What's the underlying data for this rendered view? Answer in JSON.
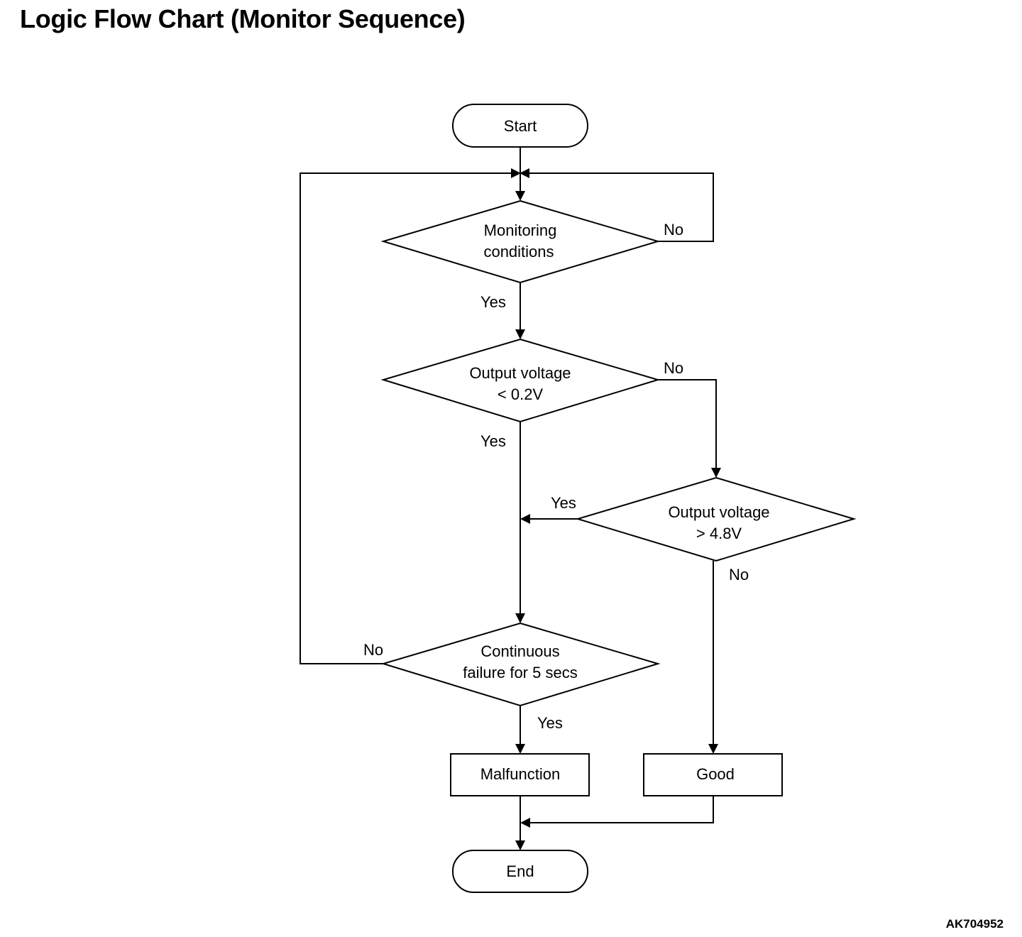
{
  "title": "Logic Flow Chart (Monitor Sequence)",
  "figure_code": "AK704952",
  "nodes": {
    "start": "Start",
    "monitoring_conditions": [
      "Monitoring",
      "conditions"
    ],
    "output_low": [
      "Output voltage",
      "< 0.2V"
    ],
    "output_high": [
      "Output voltage",
      "> 4.8V"
    ],
    "continuous_failure": [
      "Continuous",
      "failure for 5 secs"
    ],
    "malfunction": "Malfunction",
    "good": "Good",
    "end": "End"
  },
  "branch_labels": {
    "monitoring_yes": "Yes",
    "monitoring_no": "No",
    "low_yes": "Yes",
    "low_no": "No",
    "high_yes": "Yes",
    "high_no": "No",
    "continuous_yes": "Yes",
    "continuous_no": "No"
  }
}
